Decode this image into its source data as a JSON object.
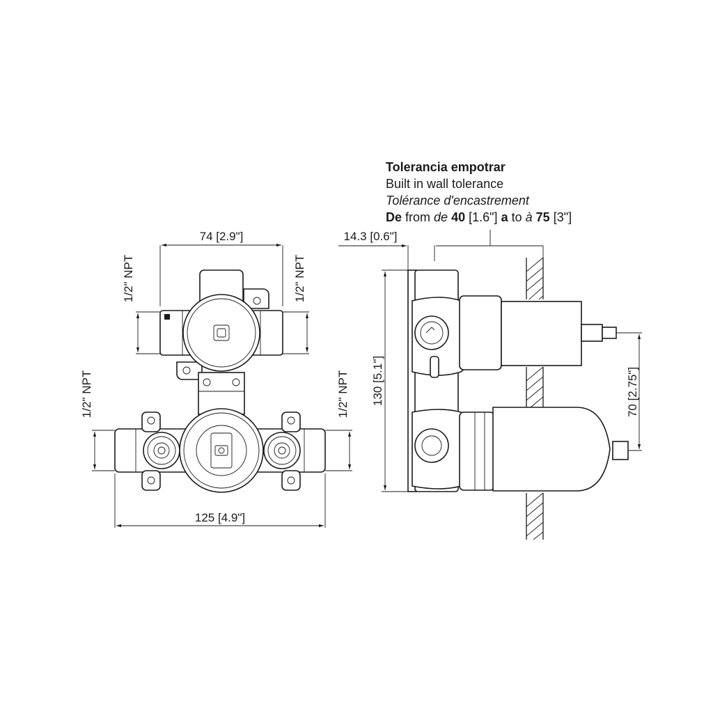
{
  "tolerance_note": {
    "title": "Tolerancia empotrar",
    "english": "Built in wall tolerance",
    "french": "Tolérance d'encastrement",
    "range": {
      "de": "De",
      "from": "from",
      "de_fr": "de",
      "min": "40",
      "min_in": "[1.6\"]",
      "a": "a",
      "to": "to",
      "a_fr": "à",
      "max": "75",
      "max_in": "[3\"]"
    }
  },
  "dimensions": {
    "top_width": "74 [2.9\"]",
    "bottom_width": "125 [4.9\"]",
    "npt_top_left": "1/2\" NPT",
    "npt_top_right": "1/2\" NPT",
    "npt_bottom_left": "1/2\" NPT",
    "npt_bottom_right": "1/2\" NPT",
    "height": "130 [5.1\"]",
    "offset": "14.3 [0.6\"]",
    "outlet_spacing": "70 [2.75\"]"
  }
}
